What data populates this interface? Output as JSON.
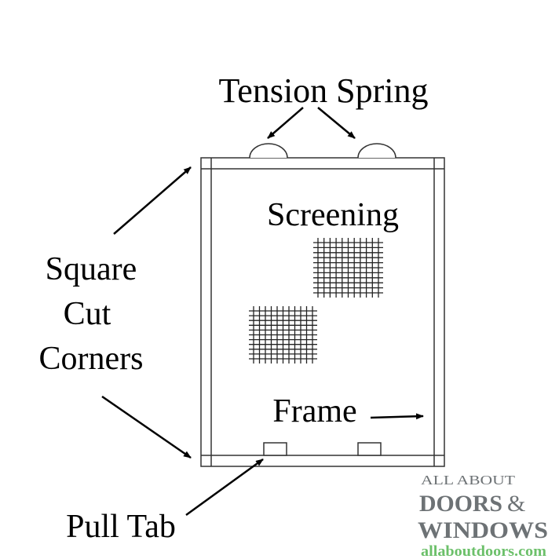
{
  "labels": {
    "tension_spring": "Tension Spring",
    "screening": "Screening",
    "square_cut_corners": [
      "Square",
      "Cut",
      "Corners"
    ],
    "frame": "Frame",
    "pull_tab": "Pull Tab"
  },
  "logo": {
    "line1": "ALL ABOUT",
    "line2": "DOORS",
    "ampersand": "&",
    "line3": "WINDOWS",
    "url": "allaboutdoors.com",
    "colors": {
      "gray": "#6d7275",
      "green": "#6cc06a"
    }
  }
}
